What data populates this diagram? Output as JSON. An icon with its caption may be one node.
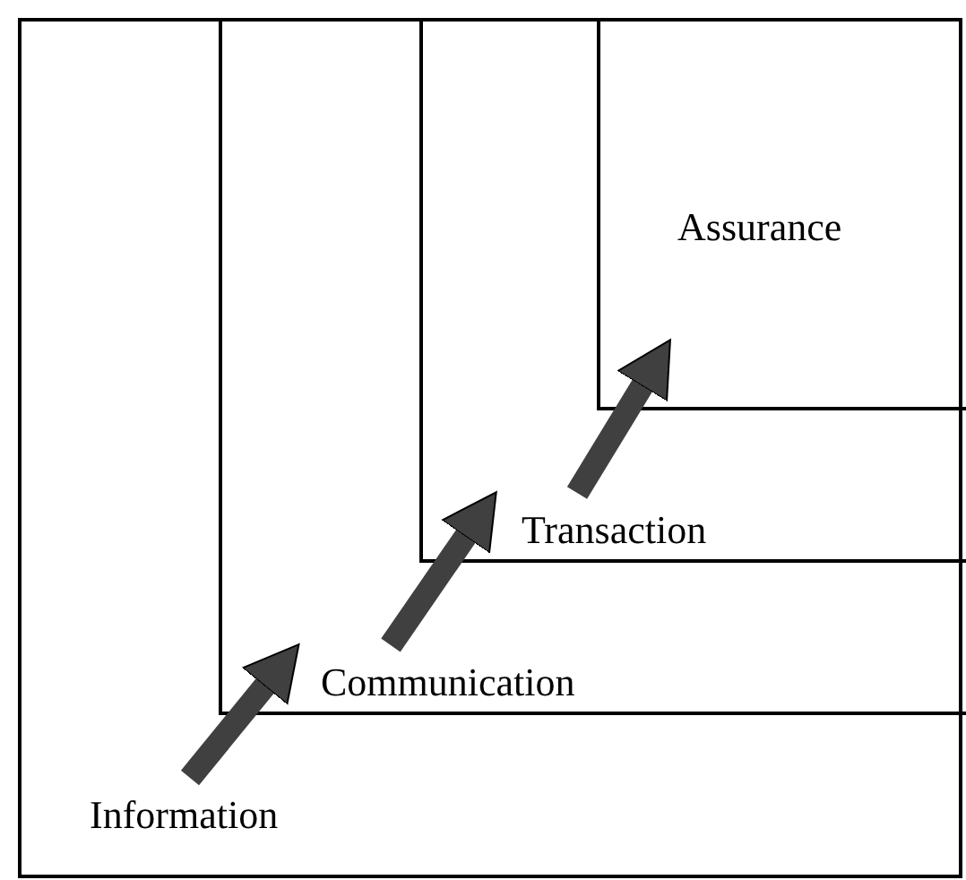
{
  "diagram": {
    "nodes": [
      {
        "text": [
          "Information"
        ]
      },
      {
        "text": [
          "Communication"
        ],
        "in": 0
      },
      {
        "text": [
          "Transaction"
        ],
        "in": 1
      },
      {
        "text": [
          "Assurance"
        ],
        "in": 2
      }
    ],
    "edges": [
      {
        "from": 0,
        "to": 1,
        "arrow": "to"
      },
      {
        "from": 1,
        "to": 2,
        "arrow": "to"
      },
      {
        "from": 2,
        "to": 3,
        "arrow": "to"
      }
    ]
  }
}
